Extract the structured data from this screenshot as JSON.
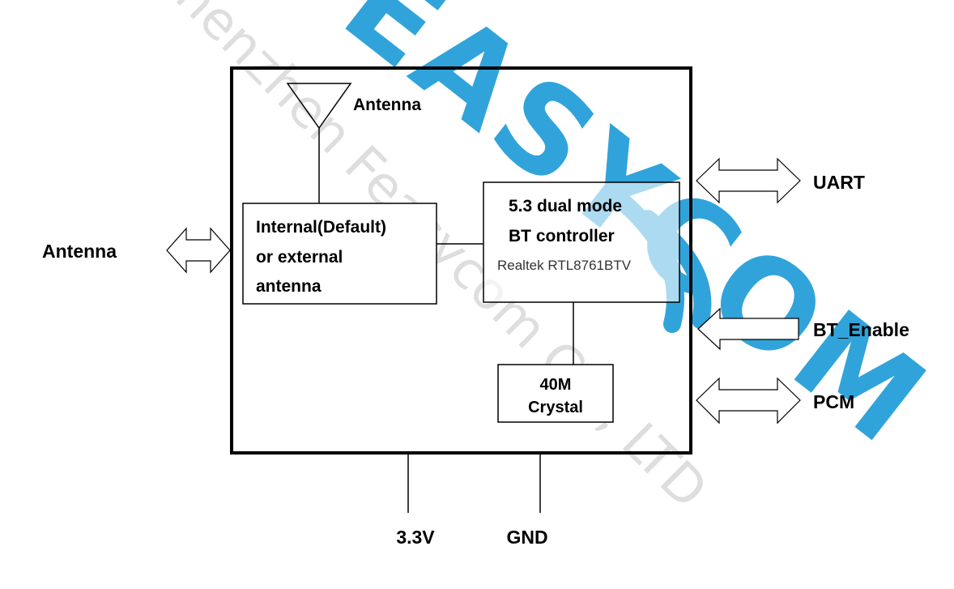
{
  "watermark": {
    "company": "Shenzhen Feasycom Co., LTD",
    "logo_text": "FEASYCOM",
    "color": "#1a9bd7"
  },
  "antenna_symbol": {
    "label": "Antenna"
  },
  "antenna_block": {
    "lines": [
      "Internal(Default)",
      "or external",
      "antenna"
    ]
  },
  "controller_block": {
    "line1": "5.3 dual mode",
    "line2": "BT controller",
    "chip": "Realtek RTL8761BTV"
  },
  "crystal_block": {
    "line1": "40M",
    "line2": "Crystal"
  },
  "interfaces": {
    "antenna": "Antenna",
    "uart": "UART",
    "bt_enable": "BT_Enable",
    "pcm": "PCM"
  },
  "power": {
    "vcc": "3.3V",
    "gnd": "GND"
  }
}
